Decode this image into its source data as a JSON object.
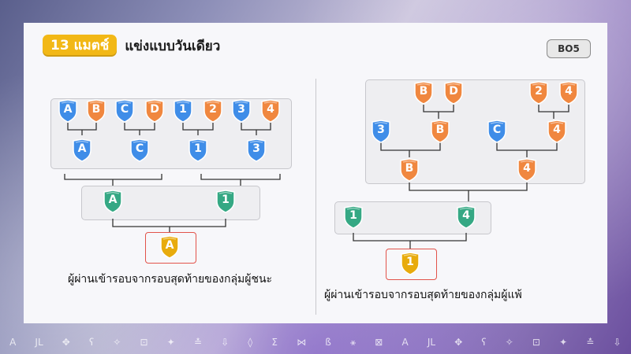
{
  "header": {
    "match_badge": "13 แมตช์",
    "title": "แข่งแบบวันเดียว",
    "format_badge": "BO5"
  },
  "colors": {
    "blue": "#3f8de8",
    "orange": "#f0873f",
    "green": "#35a884",
    "gold": "#e8ab0c",
    "final_border": "#e2534a"
  },
  "winners_bracket": {
    "round1": [
      "A",
      "B",
      "C",
      "D",
      "1",
      "2",
      "3",
      "4"
    ],
    "round2": [
      "A",
      "C",
      "1",
      "3"
    ],
    "semifinal": [
      "A",
      "1"
    ],
    "winner": "A",
    "caption": "ผู้ผ่านเข้ารอบจากรอบสุดท้ายของกลุ่มผู้ชนะ"
  },
  "losers_bracket": {
    "top_pairs": [
      "B",
      "D",
      "2",
      "4"
    ],
    "top_pairs_winners": [
      "B",
      "4"
    ],
    "drop_ins": [
      "3",
      "C"
    ],
    "round2_winners": [
      "B",
      "4"
    ],
    "final": [
      "1",
      "4"
    ],
    "winner": "1",
    "caption": "ผู้ผ่านเข้ารอบจากรอบสุดท้ายของกลุ่มผู้แพ้"
  },
  "bottom_strip": [
    "A",
    "JL",
    "✥",
    "ʕ",
    "✧",
    "⊡",
    "✦",
    "≛",
    "⇩",
    "◊",
    "Σ",
    "⋈",
    "ß",
    "⚹",
    "⊠",
    "A",
    "JL",
    "✥",
    "ʕ",
    "✧",
    "⊡",
    "✦",
    "≛",
    "⇩"
  ]
}
